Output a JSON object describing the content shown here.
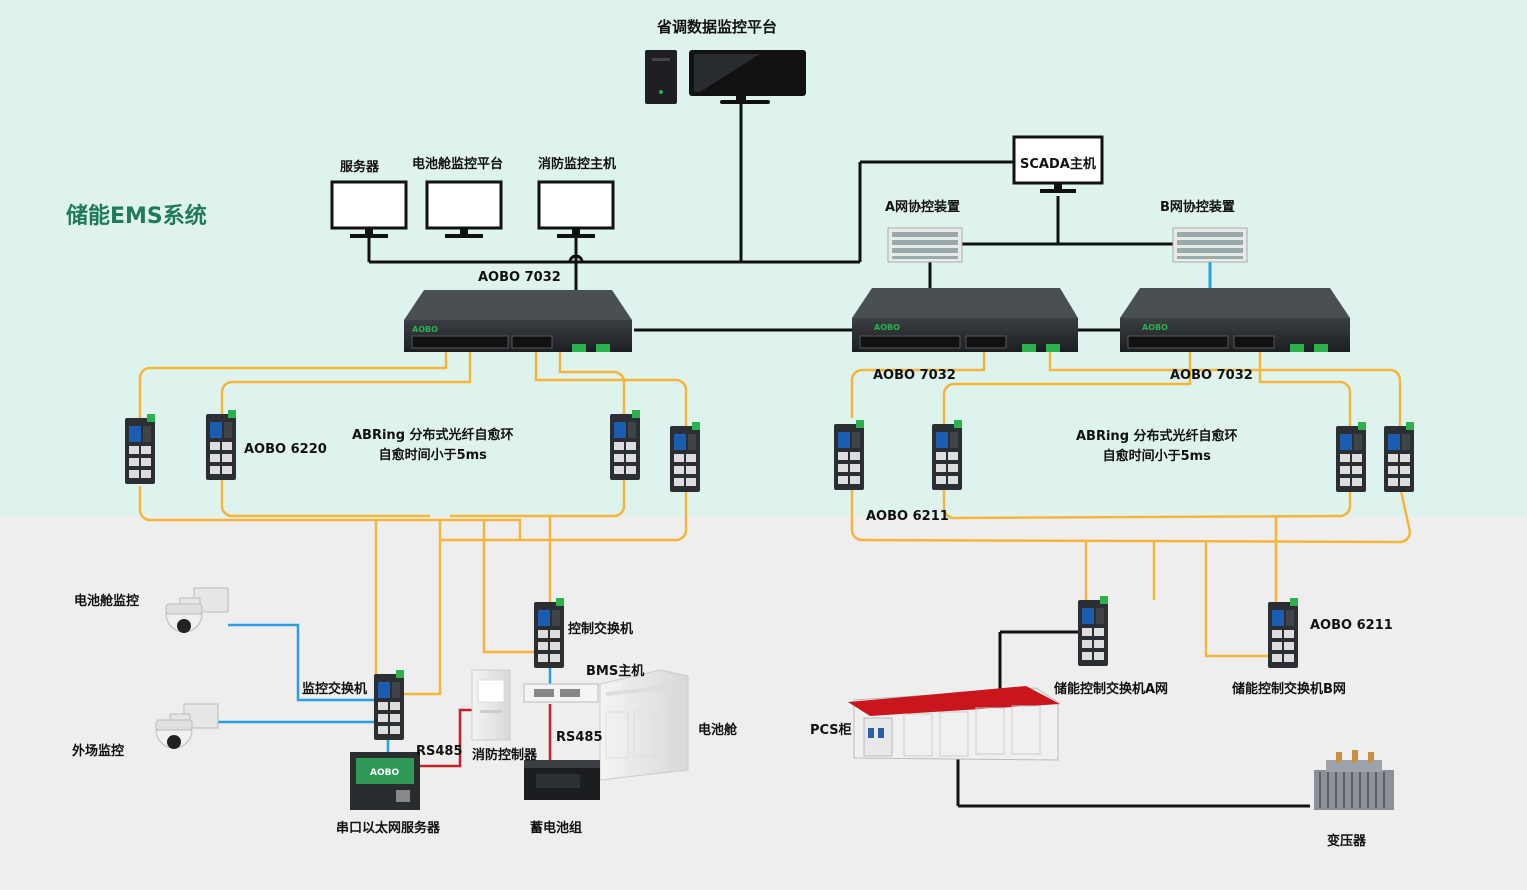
{
  "colors": {
    "upper_bg": "#dff3ee",
    "lower_bg": "#eeeeee",
    "fiber": "#f5b53a",
    "blue": "#2a9fe0",
    "red": "#c0202a",
    "black": "#111111",
    "title": "#1f7a5c"
  },
  "labels": {
    "title": "储能EMS系统",
    "top_platform": "省调数据监控平台",
    "server": "服务器",
    "battery_monitor_platform": "电池舱监控平台",
    "fire_monitor_host": "消防监控主机",
    "scada": "SCADA主机",
    "a_protocol": "A网协控装置",
    "b_protocol": "B网协控装置",
    "aobo7032_left": "AOBO 7032",
    "aobo7032_mid": "AOBO 7032",
    "aobo7032_right": "AOBO 7032",
    "aobo6220": "AOBO 6220",
    "aobo6211_a": "AOBO 6211",
    "aobo6211_b": "AOBO 6211",
    "ring_left_1": "ABRing 分布式光纤自愈环",
    "ring_left_2": "自愈时间小于5ms",
    "ring_right_1": "ABRing 分布式光纤自愈环",
    "ring_right_2": "自愈时间小于5ms",
    "battery_monitor": "电池舱监控",
    "outdoor_monitor": "外场监控",
    "monitor_switch": "监控交换机",
    "control_switch": "控制交换机",
    "bms_host": "BMS主机",
    "battery_cabin": "电池舱",
    "rs485_a": "RS485",
    "rs485_b": "RS485",
    "fire_controller": "消防控制器",
    "serial_server": "串口以太网服务器",
    "battery_pack": "蓄电池组",
    "pcs": "PCS柜",
    "switch_a": "储能控制交换机A网",
    "switch_b": "储能控制交换机B网",
    "transformer": "变压器"
  },
  "icons": [
    "desktop-tower-icon",
    "monitor-icon",
    "rack-switch-icon",
    "din-rail-switch-icon",
    "dome-camera-icon",
    "rack-device-icon",
    "cabinet-icon",
    "transformer-icon",
    "serial-server-icon",
    "battery-pack-icon"
  ]
}
